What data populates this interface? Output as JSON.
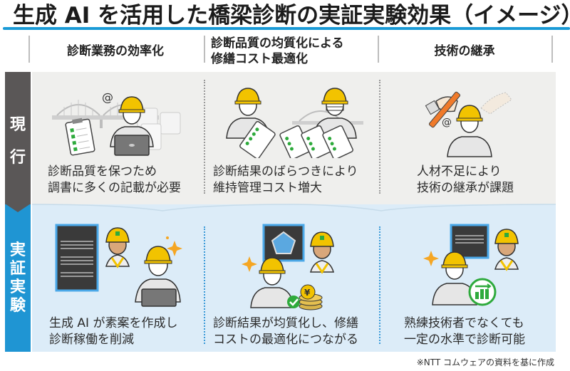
{
  "title": "生成 AI を活用した橋梁診断の実証実験効果（イメージ）",
  "colors": {
    "accent_blue": "#1a9ad6",
    "current_tab": "#5a5757",
    "trial_tab": "#1f95d3",
    "current_bg": "#efefed",
    "trial_bg": "#dcecf8",
    "helmet_yellow": "#f2c300",
    "check_green": "#2eaa3c"
  },
  "columns": [
    {
      "label": "診断業務の効率化"
    },
    {
      "label_line1": "診断品質の均質化による",
      "label_line2": "修繕コスト最適化"
    },
    {
      "label": "技術の継承"
    }
  ],
  "rows": {
    "current": {
      "label_chars": [
        "現",
        "行"
      ],
      "cells": [
        {
          "illustration": "worker-with-laptop-bridge-paperwork-icon",
          "line1": "診断品質を保つため",
          "line2": "調書に多くの記載が必要"
        },
        {
          "illustration": "worker-with-many-checklists-icon",
          "line1": "診断結果のばらつきにより",
          "line2": "維持管理コスト増大"
        },
        {
          "illustration": "worker-skill-handover-gap-icon",
          "line1": "人材不足により",
          "line2": "技術の継承が課題"
        }
      ]
    },
    "trial": {
      "label_chars": [
        "実",
        "証",
        "実",
        "験"
      ],
      "cells": [
        {
          "illustration": "ai-document-with-expert-and-worker-icon",
          "line1": "生成 AI が素案を作成し",
          "line2": "診断稼働を削減"
        },
        {
          "illustration": "ai-radar-chart-with-worker-and-coins-icon",
          "line1": "診断結果が均質化し、修繕",
          "line2": "コストの最適化につながる"
        },
        {
          "illustration": "ai-document-with-worker-growth-chart-icon",
          "line1": "熟練技術者でなくても",
          "line2": "一定の水準で診断可能"
        }
      ]
    }
  },
  "footnote": "※NTT コムウェアの資料を基に作成"
}
